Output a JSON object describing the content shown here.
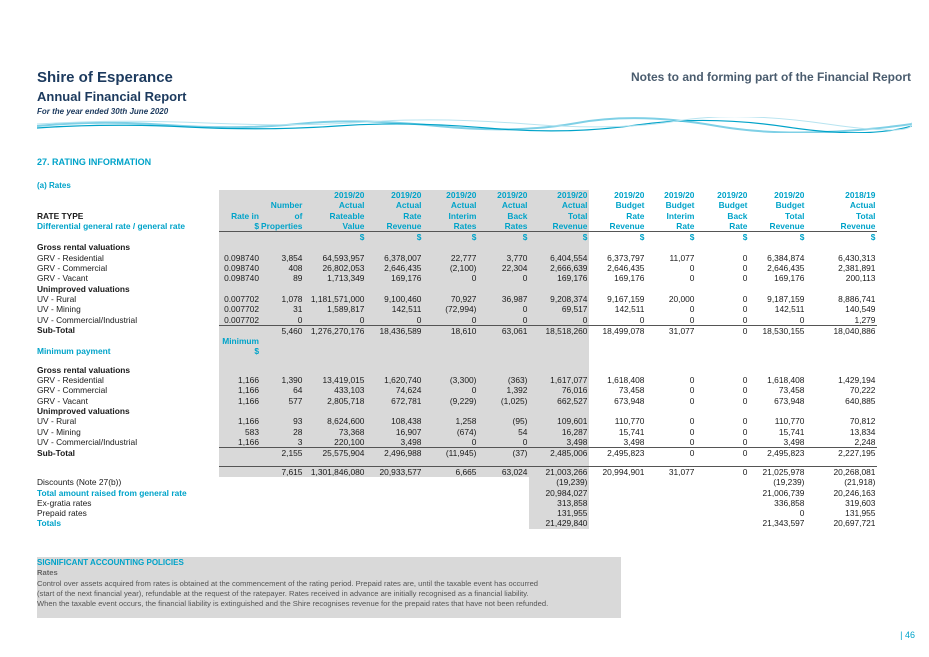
{
  "header": {
    "org": "Shire of Esperance",
    "report": "Annual Financial Report",
    "year": "For the year ended 30th June 2020",
    "notes": "Notes to and forming part of the Financial Report"
  },
  "section_title": "27. RATING INFORMATION",
  "subsection": "(a)  Rates",
  "columns": [
    {
      "l1": "",
      "l2": "",
      "l3": "Rate in",
      "l4": "$"
    },
    {
      "l1": "",
      "l2": "Number",
      "l3": "of",
      "l4": "Properties"
    },
    {
      "l1": "2019/20",
      "l2": "Actual",
      "l3": "Rateable",
      "l4": "Value"
    },
    {
      "l1": "2019/20",
      "l2": "Actual",
      "l3": "Rate",
      "l4": "Revenue"
    },
    {
      "l1": "2019/20",
      "l2": "Actual",
      "l3": "Interim",
      "l4": "Rates"
    },
    {
      "l1": "2019/20",
      "l2": "Actual",
      "l3": "Back",
      "l4": "Rates"
    },
    {
      "l1": "2019/20",
      "l2": "Actual",
      "l3": "Total",
      "l4": "Revenue"
    },
    {
      "l1": "2019/20",
      "l2": "Budget",
      "l3": "Rate",
      "l4": "Revenue"
    },
    {
      "l1": "2019/20",
      "l2": "Budget",
      "l3": "Interim",
      "l4": "Rate"
    },
    {
      "l1": "2019/20",
      "l2": "Budget",
      "l3": "Back",
      "l4": "Rate"
    },
    {
      "l1": "2019/20",
      "l2": "Budget",
      "l3": "Total",
      "l4": "Revenue"
    },
    {
      "l1": "2018/19",
      "l2": "Actual",
      "l3": "Total",
      "l4": "Revenue"
    }
  ],
  "rate_type_label": "RATE TYPE",
  "differential_label": "Differential general rate / general rate",
  "currency_row": [
    "",
    "",
    "$",
    "$",
    "$",
    "$",
    "$",
    "$",
    "$",
    "$",
    "$",
    "$"
  ],
  "general_rows": [
    {
      "label": "Gross rental valuations",
      "heading": true
    },
    {
      "label": "GRV - Residential",
      "cells": [
        "0.098740",
        "3,854",
        "64,593,957",
        "6,378,007",
        "22,777",
        "3,770",
        "6,404,554",
        "6,373,797",
        "11,077",
        "0",
        "6,384,874",
        "6,430,313"
      ]
    },
    {
      "label": "GRV - Commercial",
      "cells": [
        "0.098740",
        "408",
        "26,802,053",
        "2,646,435",
        "(2,100)",
        "22,304",
        "2,666,639",
        "2,646,435",
        "0",
        "0",
        "2,646,435",
        "2,381,891"
      ]
    },
    {
      "label": "GRV - Vacant",
      "cells": [
        "0.098740",
        "89",
        "1,713,349",
        "169,176",
        "0",
        "0",
        "169,176",
        "169,176",
        "0",
        "0",
        "169,176",
        "200,113"
      ]
    },
    {
      "label": "Unimproved valuations",
      "heading": true
    },
    {
      "label": "UV - Rural",
      "cells": [
        "0.007702",
        "1,078",
        "1,181,571,000",
        "9,100,460",
        "70,927",
        "36,987",
        "9,208,374",
        "9,167,159",
        "20,000",
        "0",
        "9,187,159",
        "8,886,741"
      ]
    },
    {
      "label": "UV - Mining",
      "cells": [
        "0.007702",
        "31",
        "1,589,817",
        "142,511",
        "(72,994)",
        "0",
        "69,517",
        "142,511",
        "0",
        "0",
        "142,511",
        "140,549"
      ]
    },
    {
      "label": "UV - Commercial/Industrial",
      "cells": [
        "0.007702",
        "0",
        "0",
        "0",
        "0",
        "0",
        "0",
        "0",
        "0",
        "0",
        "0",
        "1,279"
      ]
    }
  ],
  "general_subtotal": {
    "label": "Sub-Total",
    "cells": [
      "",
      "5,460",
      "1,276,270,176",
      "18,436,589",
      "18,610",
      "63,061",
      "18,518,260",
      "18,499,078",
      "31,077",
      "0",
      "18,530,155",
      "18,040,886"
    ]
  },
  "minimum": {
    "label": "Minimum payment",
    "top": "Minimum",
    "unit": "$"
  },
  "minimum_rows": [
    {
      "label": "Gross rental valuations",
      "heading": true
    },
    {
      "label": "GRV - Residential",
      "cells": [
        "1,166",
        "1,390",
        "13,419,015",
        "1,620,740",
        "(3,300)",
        "(363)",
        "1,617,077",
        "1,618,408",
        "0",
        "0",
        "1,618,408",
        "1,429,194"
      ]
    },
    {
      "label": "GRV - Commercial",
      "cells": [
        "1,166",
        "64",
        "433,103",
        "74,624",
        "0",
        "1,392",
        "76,016",
        "73,458",
        "0",
        "0",
        "73,458",
        "70,222"
      ]
    },
    {
      "label": "GRV - Vacant",
      "cells": [
        "1,166",
        "577",
        "2,805,718",
        "672,781",
        "(9,229)",
        "(1,025)",
        "662,527",
        "673,948",
        "0",
        "0",
        "673,948",
        "640,885"
      ]
    },
    {
      "label": "Unimproved valuations",
      "heading": true
    },
    {
      "label": "UV - Rural",
      "cells": [
        "1,166",
        "93",
        "8,624,600",
        "108,438",
        "1,258",
        "(95)",
        "109,601",
        "110,770",
        "0",
        "0",
        "110,770",
        "70,812"
      ]
    },
    {
      "label": "UV - Mining",
      "cells": [
        "583",
        "28",
        "73,368",
        "16,907",
        "(674)",
        "54",
        "16,287",
        "15,741",
        "0",
        "0",
        "15,741",
        "13,834"
      ]
    },
    {
      "label": "UV - Commercial/Industrial",
      "cells": [
        "1,166",
        "3",
        "220,100",
        "3,498",
        "0",
        "0",
        "3,498",
        "3,498",
        "0",
        "0",
        "3,498",
        "2,248"
      ]
    }
  ],
  "minimum_subtotal": {
    "label": "Sub-Total",
    "cells": [
      "",
      "2,155",
      "25,575,904",
      "2,496,988",
      "(11,945)",
      "(37)",
      "2,485,006",
      "2,495,823",
      "0",
      "0",
      "2,495,823",
      "2,227,195"
    ]
  },
  "grand_total": {
    "label": "",
    "cells": [
      "",
      "7,615",
      "1,301,846,080",
      "20,933,577",
      "6,665",
      "63,024",
      "21,003,266",
      "20,994,901",
      "31,077",
      "0",
      "21,025,978",
      "20,268,081"
    ]
  },
  "summary_rows": [
    {
      "label": "Discounts (Note 27(b))",
      "actual": "(19,239)",
      "budget": "(19,239)",
      "prior": "(21,918)",
      "blue": false
    },
    {
      "label": "Total amount raised from general rate",
      "actual": "20,984,027",
      "budget": "21,006,739",
      "prior": "20,246,163",
      "blue": true
    },
    {
      "label": "Ex-gratia rates",
      "actual": "313,858",
      "budget": "336,858",
      "prior": "319,603",
      "blue": false
    },
    {
      "label": "Prepaid rates",
      "actual": "131,955",
      "budget": "0",
      "prior": "131,955",
      "blue": false
    },
    {
      "label": "Totals",
      "actual": "21,429,840",
      "budget": "21,343,597",
      "prior": "20,697,721",
      "blue": true
    }
  ],
  "policies": {
    "title": "SIGNIFICANT ACCOUNTING POLICIES",
    "heading": "Rates",
    "lines": [
      "Control over assets acquired from rates is obtained at the commencement of the rating period.  Prepaid rates are, until the taxable event has occurred",
      "(start of the next financial year), refundable at the request of the ratepayer.  Rates received in advance are initially recognised as a financial liability.",
      "When the taxable event occurs, the financial liability is extinguished and the Shire recognises revenue for the prepaid rates that have not been refunded."
    ]
  },
  "page_number": "| 46",
  "colors": {
    "accent": "#00a3c9",
    "navy": "#1c3a5e",
    "shade": "#d9d9d9"
  }
}
